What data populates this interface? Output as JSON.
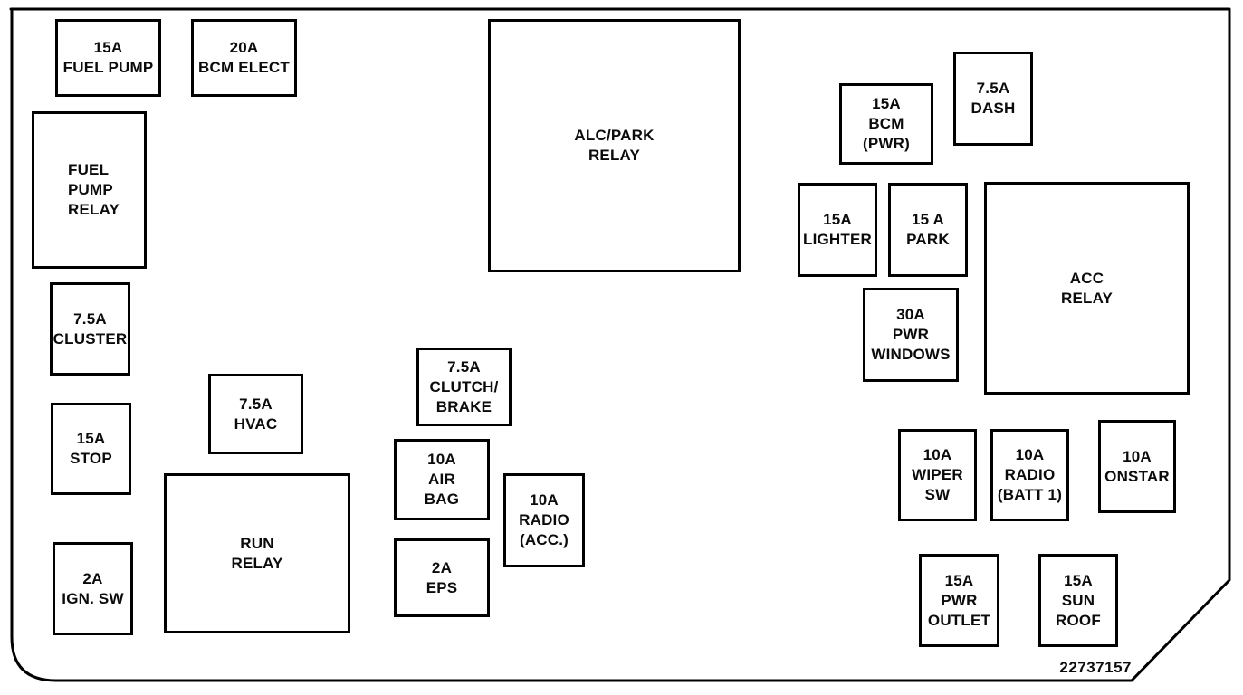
{
  "diagram": {
    "part_number": "22737157",
    "boxes": [
      {
        "id": "fuse-fuel-pump",
        "label": "15A\nFUEL PUMP"
      },
      {
        "id": "fuse-bcm-elect",
        "label": "20A\nBCM ELECT"
      },
      {
        "id": "relay-fuel-pump",
        "label": "FUEL\nPUMP\nRELAY"
      },
      {
        "id": "fuse-cluster",
        "label": "7.5A\nCLUSTER"
      },
      {
        "id": "fuse-stop",
        "label": "15A\nSTOP"
      },
      {
        "id": "fuse-ign-sw",
        "label": "2A\nIGN. SW"
      },
      {
        "id": "fuse-hvac",
        "label": "7.5A\nHVAC"
      },
      {
        "id": "relay-run",
        "label": "RUN\nRELAY"
      },
      {
        "id": "relay-alc-park",
        "label": "ALC/PARK\nRELAY"
      },
      {
        "id": "fuse-clutch-brake",
        "label": "7.5A\nCLUTCH/\nBRAKE"
      },
      {
        "id": "fuse-air-bag",
        "label": "10A\nAIR\nBAG"
      },
      {
        "id": "fuse-radio-acc",
        "label": "10A\nRADIO\n(ACC.)"
      },
      {
        "id": "fuse-eps",
        "label": "2A\nEPS"
      },
      {
        "id": "fuse-bcm-pwr",
        "label": "15A\nBCM\n(PWR)"
      },
      {
        "id": "fuse-dash",
        "label": "7.5A\nDASH"
      },
      {
        "id": "fuse-lighter",
        "label": "15A\nLIGHTER"
      },
      {
        "id": "fuse-park",
        "label": "15 A\nPARK"
      },
      {
        "id": "relay-acc",
        "label": "ACC\nRELAY"
      },
      {
        "id": "fuse-pwr-windows",
        "label": "30A\nPWR\nWINDOWS"
      },
      {
        "id": "fuse-wiper-sw",
        "label": "10A\nWIPER\nSW"
      },
      {
        "id": "fuse-radio-batt1",
        "label": "10A\nRADIO\n(BATT 1)"
      },
      {
        "id": "fuse-onstar",
        "label": "10A\nONSTAR"
      },
      {
        "id": "fuse-pwr-outlet",
        "label": "15A\nPWR\nOUTLET"
      },
      {
        "id": "fuse-sun-roof",
        "label": "15A\nSUN\nROOF"
      }
    ]
  }
}
